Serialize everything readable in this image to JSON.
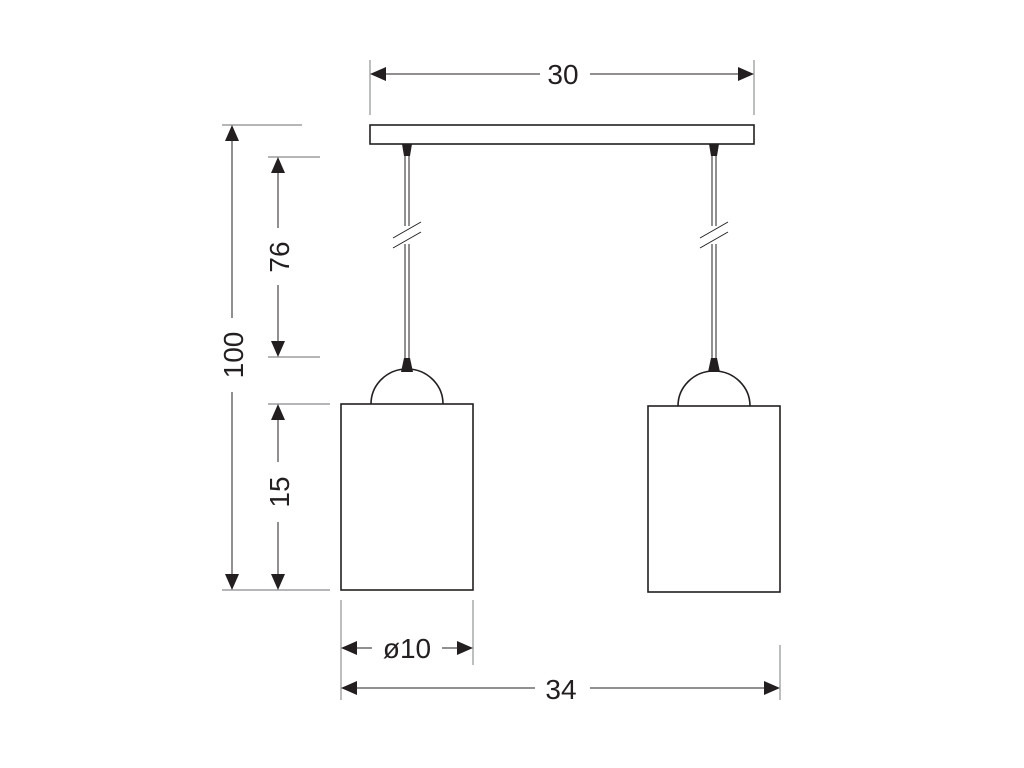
{
  "dimensions": {
    "canopy_width": "30",
    "total_height": "100",
    "cable_length": "76",
    "shade_height": "15",
    "shade_diameter": "ø10",
    "total_width": "34"
  },
  "colors": {
    "line": "#231f20",
    "background": "#ffffff"
  }
}
